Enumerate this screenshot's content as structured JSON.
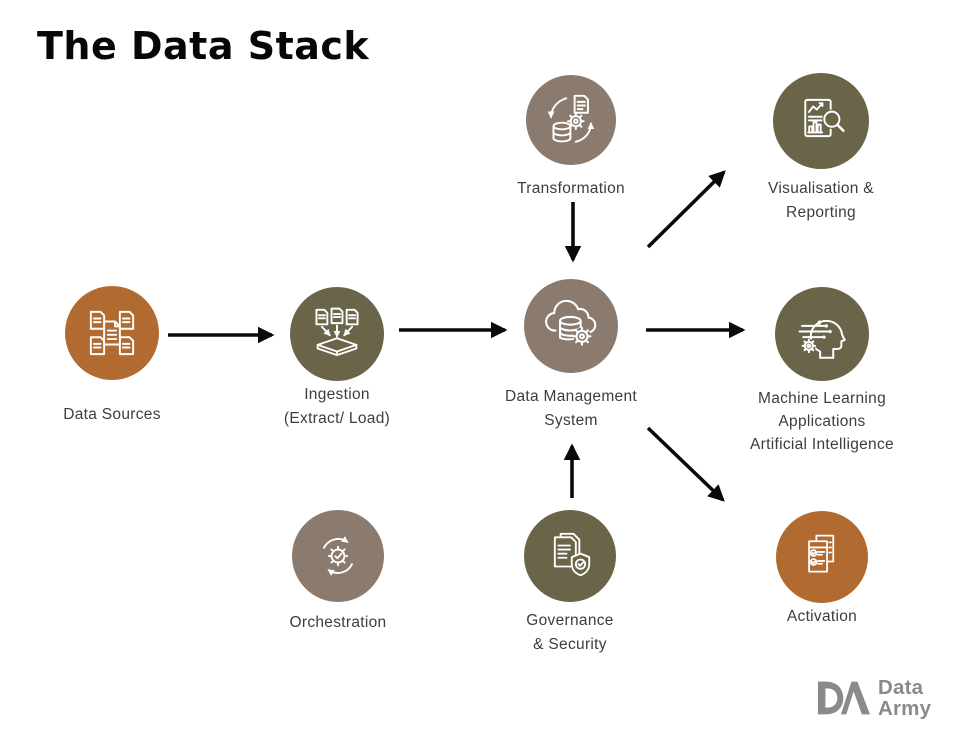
{
  "title": "The Data Stack",
  "colors": {
    "orange": "#B16A30",
    "olive": "#6A6448",
    "taupe": "#8B7B6E",
    "label": "#3D3D3D",
    "arrow": "#0A0A0A",
    "icon": "#FFFFFF",
    "logo": "#8A8A8A",
    "bg": "#FFFFFF"
  },
  "nodes": {
    "data_sources": {
      "lines": [
        "Data Sources"
      ],
      "icon": "stacked-documents-icon",
      "color": "orange"
    },
    "ingestion": {
      "lines": [
        "Ingestion",
        "(Extract/ Load)"
      ],
      "icon": "extract-load-icon",
      "color": "olive"
    },
    "transformation": {
      "lines": [
        "Transformation"
      ],
      "icon": "transform-cycle-icon",
      "color": "taupe"
    },
    "data_management": {
      "lines": [
        "Data Management",
        "System"
      ],
      "icon": "cloud-database-icon",
      "color": "taupe"
    },
    "orchestration": {
      "lines": [
        "Orchestration"
      ],
      "icon": "gear-cycle-icon",
      "color": "taupe"
    },
    "governance": {
      "lines": [
        "Governance",
        "& Security"
      ],
      "icon": "document-shield-icon",
      "color": "olive"
    },
    "visualisation": {
      "lines": [
        "Visualisation &",
        "Reporting"
      ],
      "icon": "report-magnifier-icon",
      "color": "olive"
    },
    "machine_learning": {
      "lines": [
        "Machine Learning",
        "Applications",
        "Artificial Intelligence"
      ],
      "icon": "ai-head-icon",
      "color": "olive"
    },
    "activation": {
      "lines": [
        "Activation"
      ],
      "icon": "checklist-icon",
      "color": "orange"
    }
  },
  "logo": {
    "lines": [
      "Data",
      "Army"
    ]
  }
}
